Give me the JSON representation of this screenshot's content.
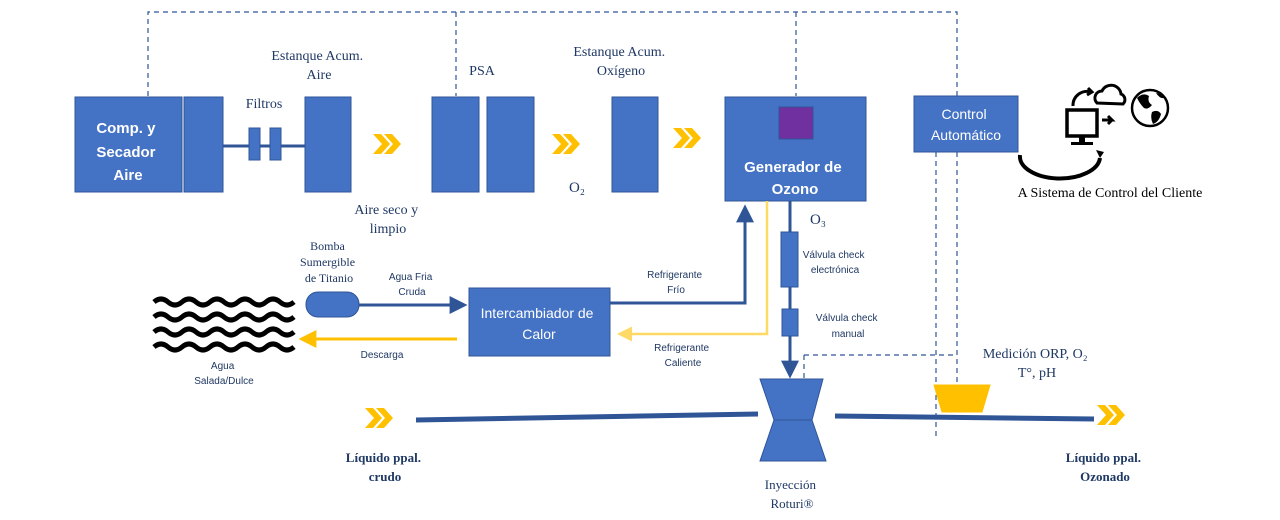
{
  "colors": {
    "box": "#4472c4",
    "box_border": "#2f5597",
    "line": "#2f5597",
    "arrow_yellow": "#ffc000",
    "hot_line": "#ffd966",
    "ozone_square": "#7030a0",
    "text_dark": "#1f3864",
    "text_black": "#000000"
  },
  "boxes": {
    "compressor": [
      "Comp. y",
      "Secador",
      "Aire"
    ],
    "ozone_generator": [
      "Generador de",
      "Ozono"
    ],
    "control": [
      "Control",
      "Automático"
    ],
    "heat_exchanger": [
      "Intercambiador de",
      "Calor"
    ]
  },
  "labels": {
    "filters": "Filtros",
    "air_tank": [
      "Estanque Acum.",
      "Aire"
    ],
    "psa": "PSA",
    "oxygen_tank": [
      "Estanque Acum.",
      "Oxígeno"
    ],
    "dry_air": [
      "Aire seco y",
      "limpio"
    ],
    "o2": "O₂",
    "o3": "O₃",
    "client_system": "A Sistema de Control del Cliente",
    "pump": [
      "Bomba",
      "Sumergible",
      "de Titanio"
    ],
    "cold_water": [
      "Agua Fria",
      "Cruda"
    ],
    "cold_refrigerant": [
      "Refrigerante",
      "Frío"
    ],
    "hot_refrigerant": [
      "Refrigerante",
      "Caliente"
    ],
    "discharge": "Descarga",
    "water_source": [
      "Agua",
      "Salada/Dulce"
    ],
    "electronic_check": [
      "Válvula check",
      "electrónica"
    ],
    "manual_check": [
      "Válvula check",
      "manual"
    ],
    "measurement": [
      "Medición  ORP, O₂",
      "T°, pH"
    ],
    "raw_liquid": [
      "Líquido ppal.",
      "crudo"
    ],
    "ozonated_liquid": [
      "Líquido ppal.",
      "Ozonado"
    ],
    "injection": [
      "Inyección",
      "Roturi®"
    ]
  },
  "icons": [
    "water-waves-icon",
    "computer-icon",
    "cloud-icon",
    "globe-icon",
    "sync-arrows-icon",
    "chevron-arrow-icon"
  ]
}
